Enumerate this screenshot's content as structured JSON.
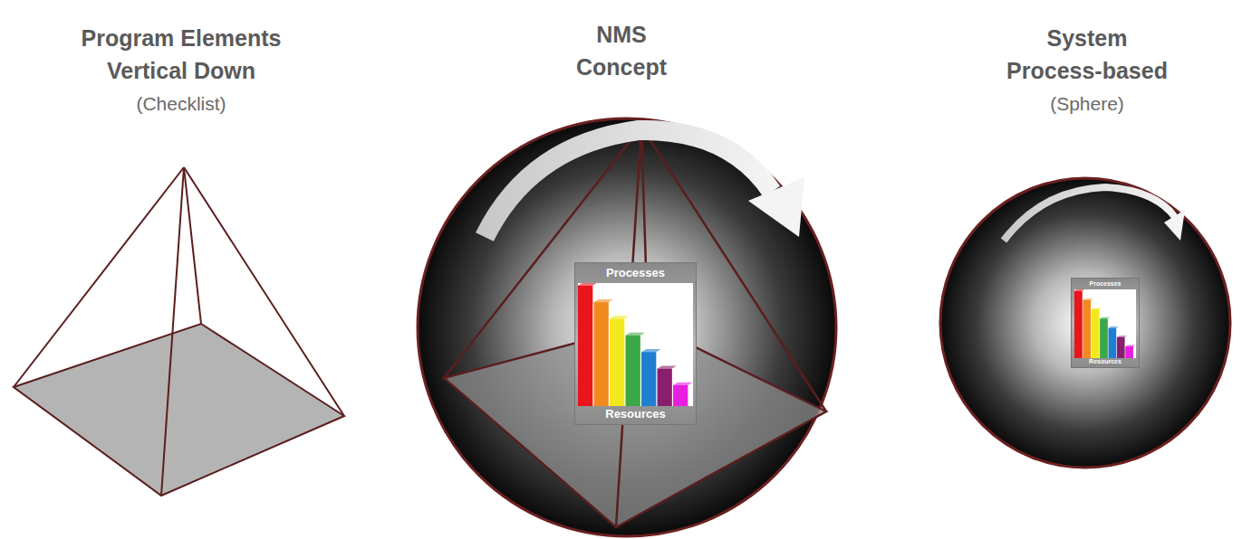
{
  "diagram": {
    "nodes": [
      {
        "text": [
          "Processes",
          "Resources"
        ]
      },
      {
        "text": [
          "Processes",
          "Resources"
        ]
      }
    ],
    "labels": [
      "Program Elements",
      "Vertical Down",
      "(Checklist)",
      "NMS",
      "Concept",
      "System",
      "Process-based",
      "(Sphere)"
    ]
  }
}
